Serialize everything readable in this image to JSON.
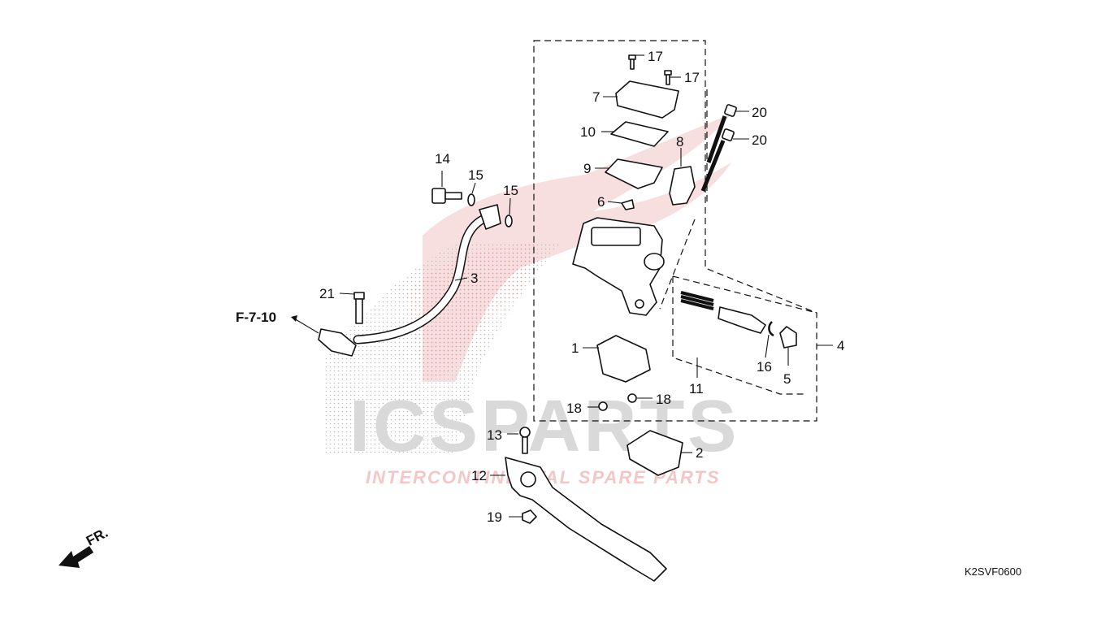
{
  "diagram": {
    "labels": {
      "l1": "1",
      "l2": "2",
      "l3": "3",
      "l4": "4",
      "l5": "5",
      "l6": "6",
      "l7": "7",
      "l8": "8",
      "l9": "9",
      "l10": "10",
      "l11": "11",
      "l12": "12",
      "l13": "13",
      "l14": "14",
      "l15a": "15",
      "l15b": "15",
      "l16": "16",
      "l17a": "17",
      "l17b": "17",
      "l18a": "18",
      "l18b": "18",
      "l19": "19",
      "l20a": "20",
      "l20b": "20",
      "l21": "21"
    },
    "reference": "F-7-10",
    "direction_label": "FR.",
    "diagram_code": "K2SVF0600",
    "watermark": {
      "brand": "ICSPARTS",
      "tagline": "INTERCONTINENTAL SPARE PARTS"
    },
    "colors": {
      "watermark_red": "#e7a0a0",
      "line": "#111111"
    }
  }
}
